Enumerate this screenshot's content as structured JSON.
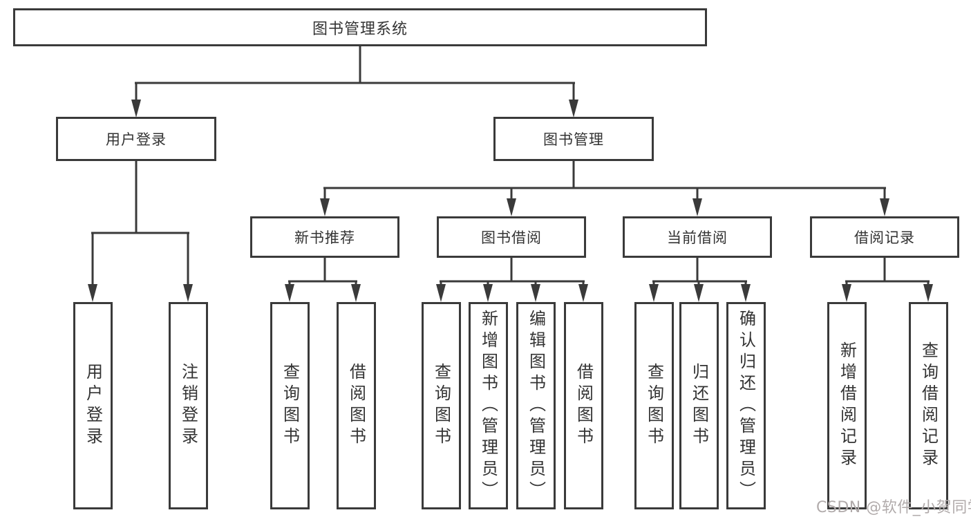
{
  "tree": {
    "root": "图书管理系统",
    "children": [
      {
        "label": "用户登录",
        "children": [
          "用户登录",
          "注销登录"
        ]
      },
      {
        "label": "图书管理",
        "children": [
          {
            "label": "新书推荐",
            "children": [
              "查询图书",
              "借阅图书"
            ]
          },
          {
            "label": "图书借阅",
            "children": [
              "查询图书",
              "新增图书（管理员）",
              "编辑图书（管理员）",
              "借阅图书"
            ]
          },
          {
            "label": "当前借阅",
            "children": [
              "查询图书",
              "归还图书",
              "确认归还（管理员）"
            ]
          },
          {
            "label": "借阅记录",
            "children": [
              "新增借阅记录",
              "查询借阅记录"
            ]
          }
        ]
      }
    ]
  },
  "watermark": "CSDN @软件_小贺同学",
  "colors": {
    "line": "#3a3a3a",
    "text": "#333333",
    "watermark": "#b1abab",
    "background": "#ffffff"
  }
}
